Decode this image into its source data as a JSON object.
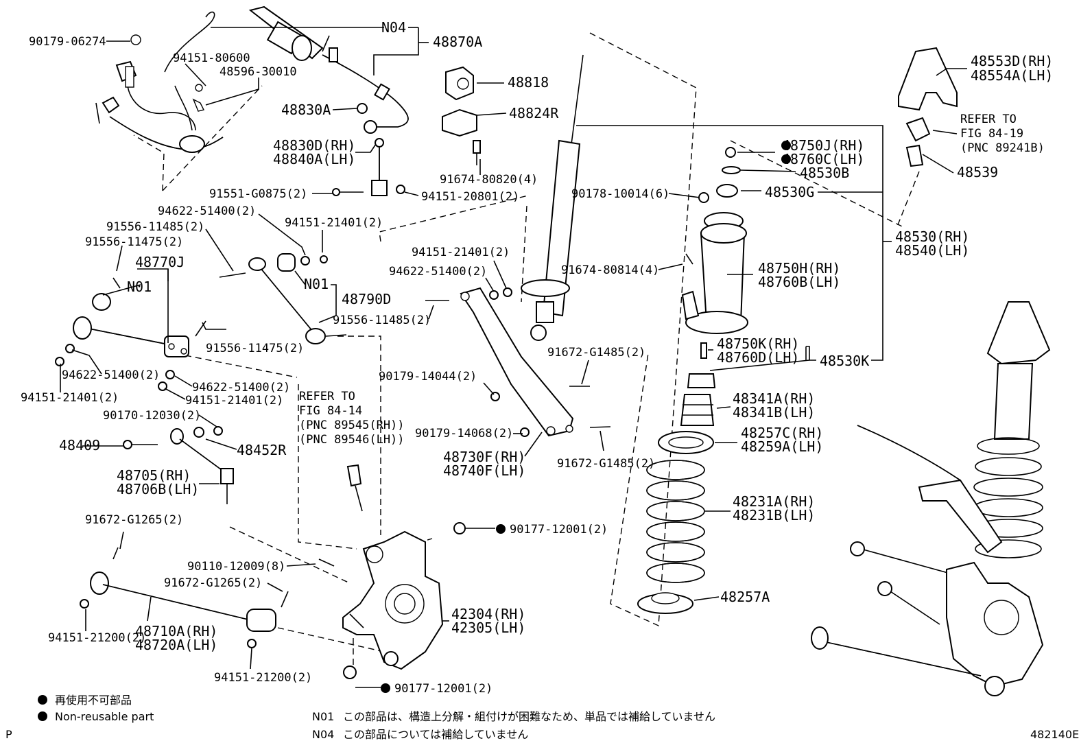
{
  "callouts": {
    "c90179_06274": "90179-06274",
    "c94151_80600": "94151-80600",
    "c48596_30010": "48596-30010",
    "cN04_top": "N04",
    "c48870A": "48870A",
    "c48818": "48818",
    "c48830A": "48830A",
    "c48824R": "48824R",
    "c48830D": "48830D(RH)",
    "c48840A": "48840A(LH)",
    "c91674_80820": "91674-80820(4)",
    "c91551": "91551-G0875(2)",
    "c94151_20801": "94151-20801(2)",
    "c94622_a": "94622-51400(2)",
    "c94151_21401_a": "94151-21401(2)",
    "c91556_11485_a": "91556-11485(2)",
    "c91556_11475_a": "91556-11475(2)",
    "c48770J": "48770J",
    "cN01_a": "N01",
    "cN01_b": "N01",
    "c48790D": "48790D",
    "c91556_11475_b": "91556-11475(2)",
    "c94622_b": "94622-51400(2)",
    "c94622_c": "94622-51400(2)",
    "c94151_21401_b": "94151-21401(2)",
    "c94151_21401_c": "94151-21401(2)",
    "c90170": "90170-12030(2)",
    "c48409": "48409",
    "c48452R": "48452R",
    "c48705": "48705(RH)",
    "c48706B": "48706B(LH)",
    "c91672_G1265_a": "91672-G1265(2)",
    "c90110": "90110-12009(8)",
    "c91672_G1265_b": "91672-G1265(2)",
    "c94151_21200_a": "94151-21200(2)",
    "c48710A": "48710A(RH)",
    "c48720A": "48720A(LH)",
    "c94151_21200_b": "94151-21200(2)",
    "c42304": "42304(RH)",
    "c42305": "42305(LH)",
    "c90177_a": "90177-12001(2)",
    "c90177_b": "90177-12001(2)",
    "c94151_21401_d": "94151-21401(2)",
    "c94622_d": "94622-51400(2)",
    "c91556_11485_b": "91556-11485(2)",
    "c91672_G1485_a": "91672-G1485(2)",
    "c90179_14044": "90179-14044(2)",
    "c90179_14068": "90179-14068(2)",
    "c48730F": "48730F(RH)",
    "c48740F": "48740F(LH)",
    "c91672_G1485_b": "91672-G1485(2)",
    "c91674_80814": "91674-80814(4)",
    "c90178": "90178-10014(6)",
    "c48750J": "48750J(RH)",
    "c48760C": "48760C(LH)",
    "c48530B": "48530B",
    "c48530G": "48530G",
    "c48530": "48530(RH)",
    "c48540": "48540(LH)",
    "c48750H": "48750H(RH)",
    "c48760B": "48760B(LH)",
    "c48750K": "48750K(RH)",
    "c48760D": "48760D(LH)",
    "c48530K": "48530K",
    "c48341A": "48341A(RH)",
    "c48341B": "48341B(LH)",
    "c48257C": "48257C(RH)",
    "c48259A": "48259A(LH)",
    "c48231A": "48231A(RH)",
    "c48231B": "48231B(LH)",
    "c48257A": "48257A",
    "c48553D": "48553D(RH)",
    "c48554A": "48554A(LH)",
    "c48539": "48539"
  },
  "refs": {
    "ref1_l1": "REFER TO",
    "ref1_l2": "FIG 84-14",
    "ref1_l3": "(PNC 89545(RH))",
    "ref1_l4": "(PNC 89546(LH))",
    "ref2_l1": "REFER TO",
    "ref2_l2": "FIG 84-19",
    "ref2_l3": "(PNC 89241B)"
  },
  "legend": {
    "non_reusable_ja": "再使用不可部品",
    "non_reusable_en": "Non-reusable part"
  },
  "notes": {
    "n01_code": "N01",
    "n01_text": "この部品は、構造上分解・組付けが困難なため、単品では補給していません",
    "n04_code": "N04",
    "n04_text": "この部品については補給していません"
  },
  "footer": {
    "left": "P",
    "right": "482140E"
  }
}
